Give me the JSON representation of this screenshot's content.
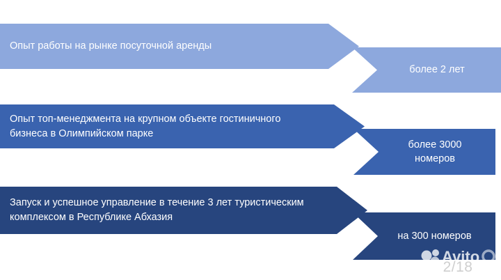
{
  "slide": {
    "page_indicator": "2/18",
    "watermark_brand": "Avito",
    "colors": {
      "row1": "#8da8dd",
      "row2": "#3a63af",
      "row3": "#27457e",
      "background": "#ffffff",
      "text": "#ffffff",
      "watermark": "#cfcfcf"
    }
  },
  "rows": [
    {
      "statement": "Опыт работы на рынке посуточной аренды",
      "value": "более 2 лет"
    },
    {
      "statement": "Опыт топ-менеджмента на крупном объекте гостиничного бизнеса в Олимпийском парке",
      "value": "более 3000 номеров"
    },
    {
      "statement": "Запуск и успешное управление в течение 3 лет туристическим комплексом в Республике Абхазия",
      "value": "на 300 номеров"
    }
  ]
}
